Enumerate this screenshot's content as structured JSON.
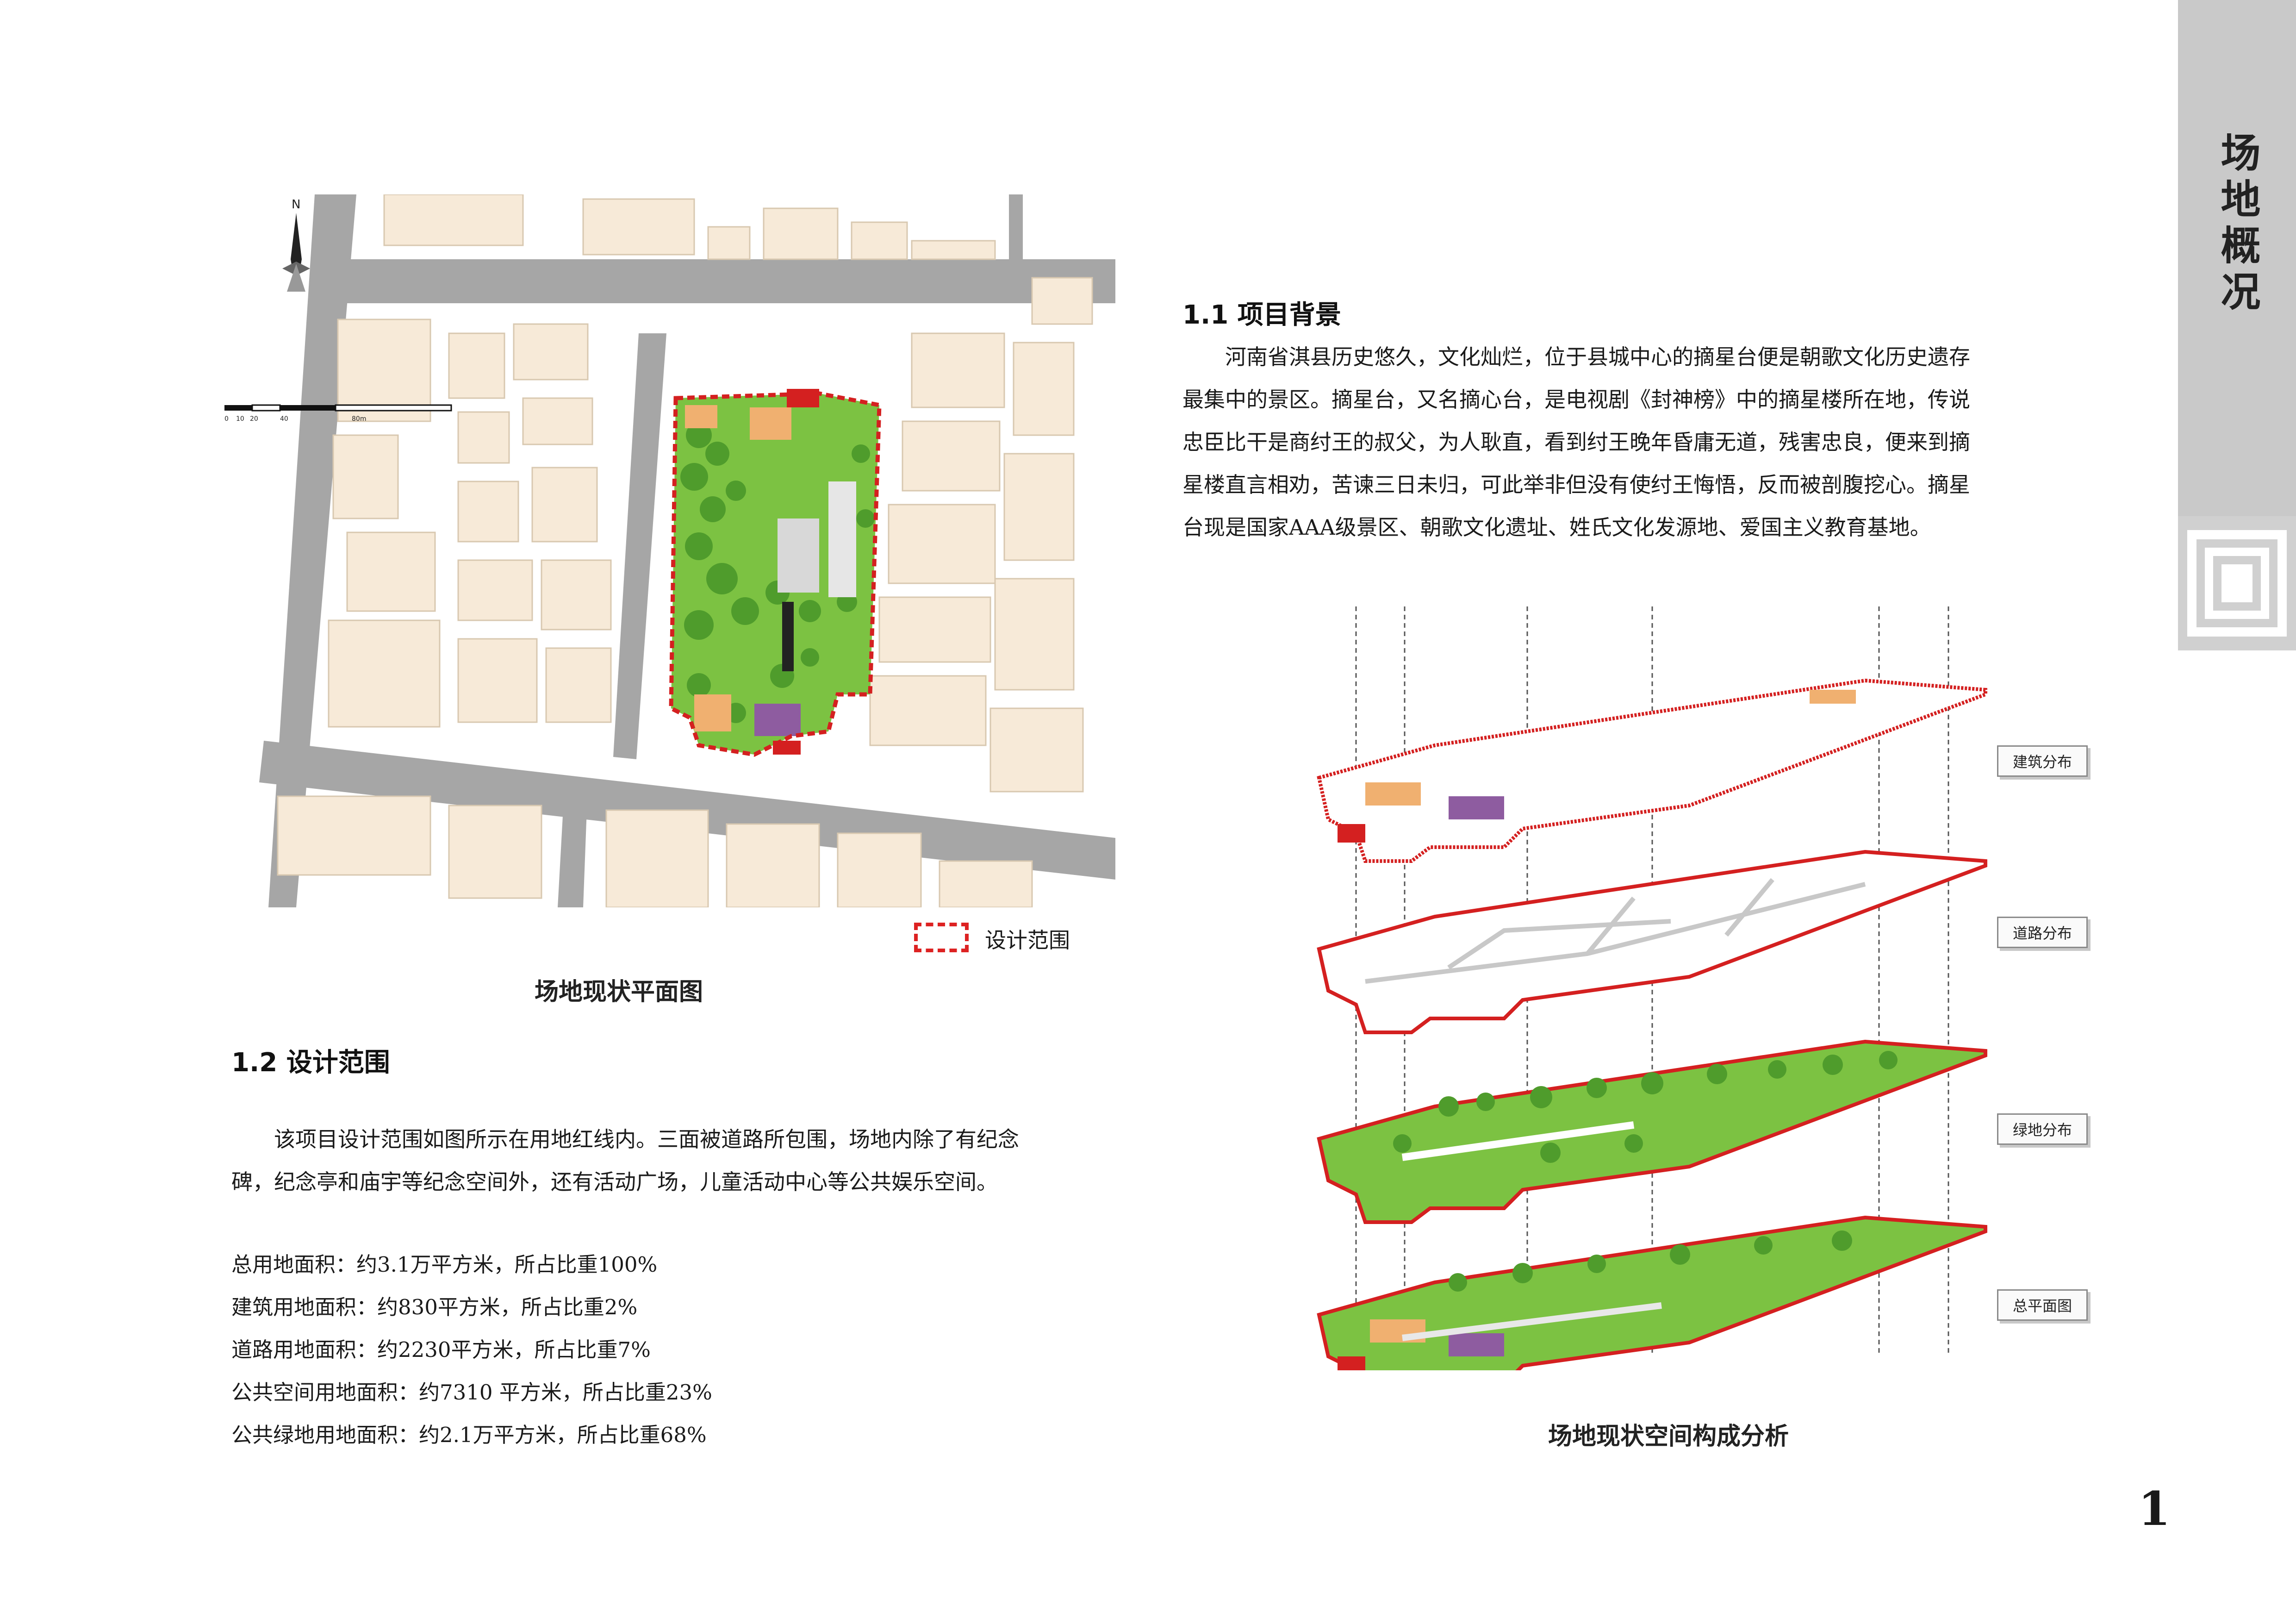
{
  "side_tab": {
    "title": "场地概况"
  },
  "map": {
    "north_label": "N",
    "scale_labels": [
      "0",
      "10",
      "20",
      "40",
      "80m"
    ],
    "legend_label": "设计范围",
    "caption": "场地现状平面图"
  },
  "section1": {
    "heading": "1.1  项目背景",
    "lines": [
      "河南省淇县历史悠久，文化灿烂，位于县城中心的摘星台便是朝歌文化历史遗存",
      "最集中的景区。摘星台，又名摘心台，是电视剧《封神榜》中的摘星楼所在地，传说",
      "忠臣比干是商纣王的叔父，为人耿直，看到纣王晚年昏庸无道，残害忠良，便来到摘",
      "星楼直言相劝，苦谏三日未归，可此举非但没有使纣王悔悟，反而被剖腹挖心。摘星",
      "台现是国家AAA级景区、朝歌文化遗址、姓氏文化发源地、爱国主义教育基地。"
    ]
  },
  "section2": {
    "heading": "1.2  设计范围",
    "lines": [
      "该项目设计范围如图所示在用地红线内。三面被道路所包围，场地内除了有纪念",
      "碑，纪念亭和庙宇等纪念空间外，还有活动广场，儿童活动中心等公共娱乐空间。"
    ],
    "stats": [
      "总用地面积：约3.1万平方米，所占比重100%",
      "建筑用地面积：约830平方米，所占比重2%",
      "道路用地面积：约2230平方米，所占比重7%",
      "公共空间用地面积：约7310 平方米，所占比重23%",
      "公共绿地用地面积：约2.1万平方米，所占比重68%"
    ]
  },
  "diagram": {
    "layers": [
      "建筑分布",
      "道路分布",
      "绿地分布",
      "总平面图"
    ],
    "caption": "场地现状空间构成分析"
  },
  "page_number": "1",
  "colors": {
    "road": "#a6a6a6",
    "building": "#f7ead8",
    "boundary": "#d42020",
    "green": "#7cc242",
    "tree": "#4f9c2c",
    "orange_building": "#f0b070",
    "purple_building": "#8e5ca0",
    "side_tab": "#c9c9c9"
  }
}
